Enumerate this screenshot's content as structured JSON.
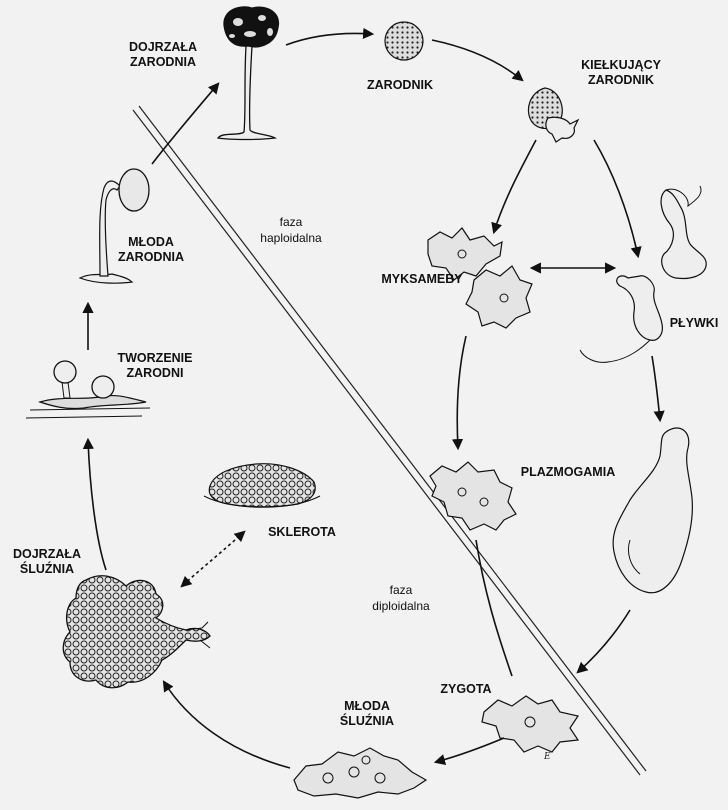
{
  "labels": {
    "dojrzala_zarodnia": "DOJRZAŁA\nZARODNIA",
    "zarodnik": "ZARODNIK",
    "kielkujacy_zarodnik": "KIEŁKUJĄCY\nZARODNIK",
    "mloda_zarodnia": "MŁODA\nZARODNIA",
    "tworzenie_zarodni": "TWORZENIE\nZARODNI",
    "myksameby": "MYKSAMEBY",
    "plywki": "PŁYWKI",
    "plazmogamia": "PLAZMOGAMIA",
    "sklerota": "SKLEROTA",
    "dojrzala_sluznia": "DOJRZAŁA\nŚLUŹNIA",
    "zygota": "ZYGOTA",
    "mloda_sluznia": "MŁODA\nŚLUŹNIA"
  },
  "phases": {
    "haploid": "faza\nhaploidalna",
    "diploid": "faza\ndiploidalna"
  },
  "corner_mark": "E"
}
